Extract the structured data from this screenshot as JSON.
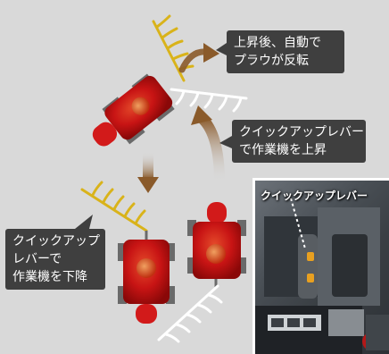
{
  "callouts": {
    "raise_after_auto_reverse": {
      "line1": "上昇後、自動で",
      "line2": "プラウが反転"
    },
    "lever_raise": {
      "line1": "クイックアップレバー",
      "line2": "で作業機を上昇"
    },
    "lever_lower": {
      "line1": "クイックアップ",
      "line2": "レバーで",
      "line3": "作業機を下降"
    }
  },
  "photo": {
    "label": "クイックアップレバー"
  },
  "colors": {
    "background": "#d9d9d9",
    "callout_bg": "#3f3f3f",
    "tractor_red": "#cc1414",
    "plow_yellow": "#d9b31a",
    "plow_white": "#ffffff",
    "arrow_brown": "#8a5a2a"
  }
}
